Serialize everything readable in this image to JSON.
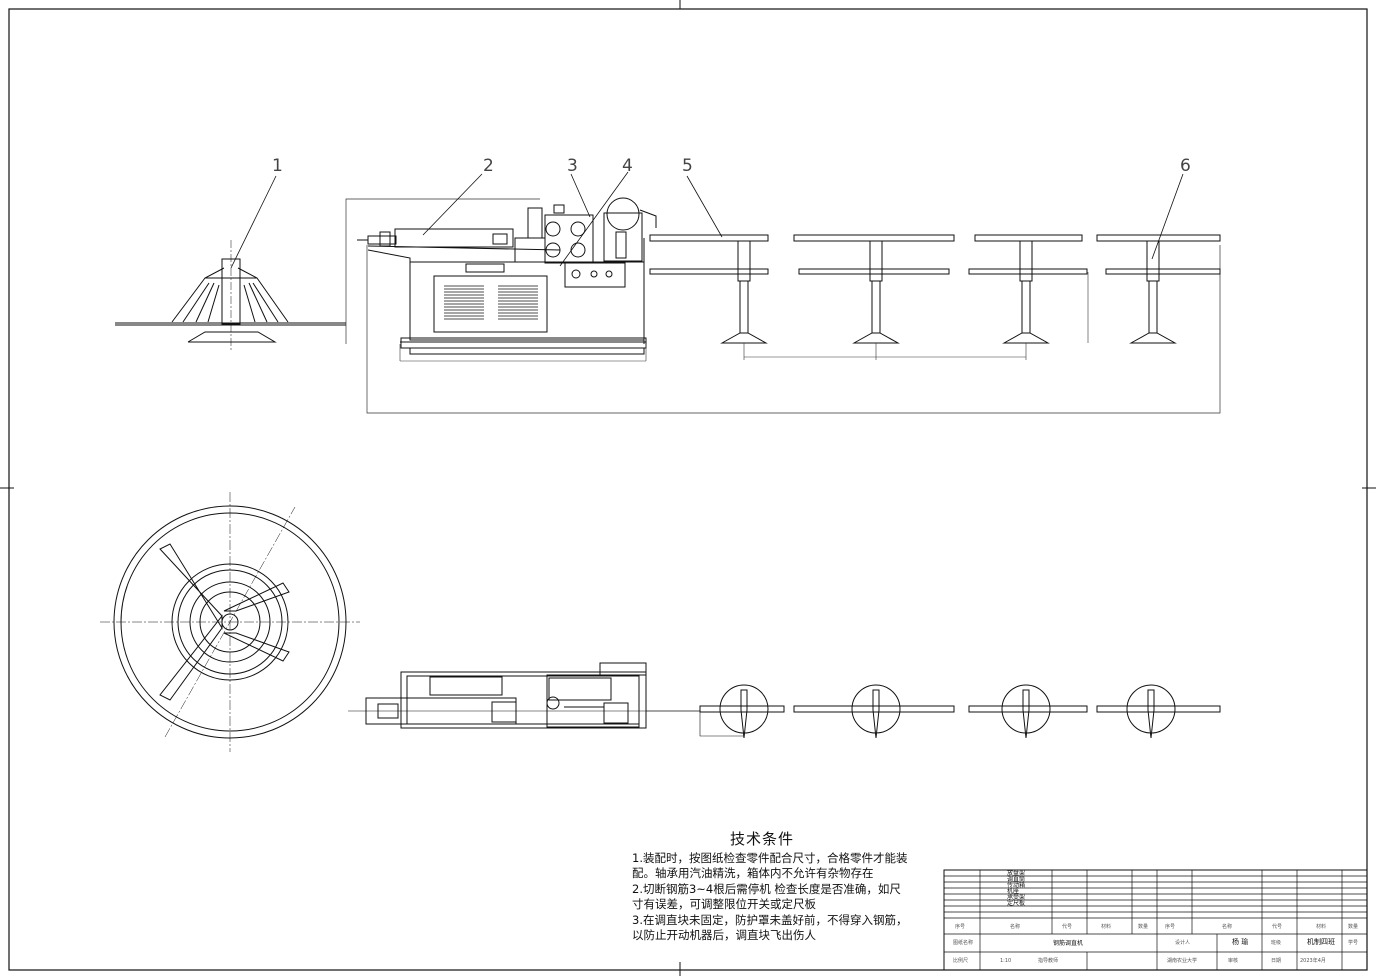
{
  "balloons": [
    "1",
    "2",
    "3",
    "4",
    "5",
    "6"
  ],
  "notes": {
    "title": "技术条件",
    "lines": [
      "1.装配时，按图纸检查零件配合尺寸，合格零件才能装",
      "配。轴承用汽油精洗，箱体内不允许有杂物存在",
      "2.切断钢筋3~4根后需停机  检查长度是否准确，如尺",
      "寸有误差，可调整限位开关或定尺板",
      "3.在调直块未固定，防护罩未盖好前，不得穿入钢筋，",
      "以防止开动机器后，调直块飞出伤人"
    ]
  },
  "parts": [
    "放盘架",
    "调直筒",
    "传动箱",
    "机座",
    "承受架",
    "定尺板"
  ],
  "title_block": {
    "header": [
      "序号",
      "名称",
      "代号",
      "材料",
      "数量",
      "序号",
      "名称",
      "代号",
      "材料",
      "数量"
    ],
    "row1": [
      "图纸名称",
      "钢筋调直机",
      "设计人",
      "杨 瑜",
      "班级",
      "机制四班",
      "学号"
    ],
    "row2": [
      "比例尺",
      "1:10",
      "指导教师",
      "湖南农业大学",
      "审核",
      "日期",
      "2023年4月"
    ]
  }
}
